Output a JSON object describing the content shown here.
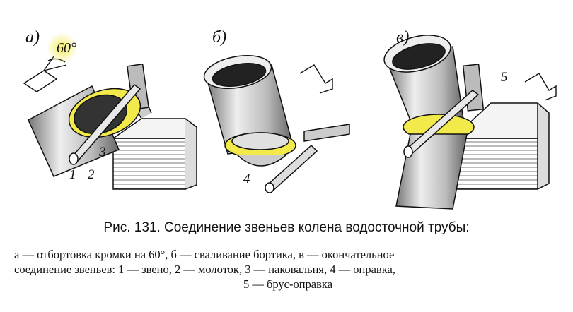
{
  "figure": {
    "panels": [
      {
        "label": "а)",
        "angle_label": "60°",
        "callouts": [
          "1",
          "2",
          "3"
        ]
      },
      {
        "label": "б)",
        "callouts": [
          "4"
        ]
      },
      {
        "label": "в)",
        "callouts": [
          "5"
        ]
      }
    ],
    "colors": {
      "highlight": "#f2ea4a",
      "ink": "#111111",
      "paper": "#ffffff"
    }
  },
  "caption": {
    "title": "Рис. 131. Соединение звеньев колена водосточной трубы:",
    "line1": "а — отбортовка кромки на 60°, б — сваливание бортика, в — окончательное",
    "line2": "соединение звеньев: 1 — звено, 2 — молоток, 3 — наковальня, 4 — оправка,",
    "line3": "5 — брус-оправка"
  }
}
